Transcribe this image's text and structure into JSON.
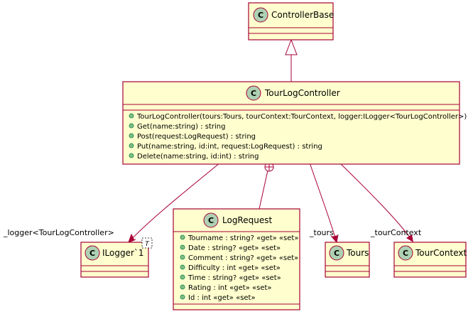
{
  "colors": {
    "class_fill": "#FEFECE",
    "class_border": "#A80036",
    "circle_fill": "#ADD1B2",
    "line": "#A80036"
  },
  "classes": {
    "controllerbase": {
      "name": "ControllerBase",
      "stereo": "C"
    },
    "tourlogcontroller": {
      "name": "TourLogController",
      "stereo": "C",
      "methods": [
        "TourLogController(tours:Tours, tourContext:TourContext, logger:ILogger<TourLogController>)",
        "Get(name:string) : string",
        "Post(request:LogRequest) : string",
        "Put(name:string, id:int, request:LogRequest) : string",
        "Delete(name:string, id:int) : string"
      ]
    },
    "logrequest": {
      "name": "LogRequest",
      "stereo": "C",
      "fields": [
        "Tourname : string? «get» «set»",
        "Date : string? «get» «set»",
        "Comment : string? «get» «set»",
        "Difficulty : int «get» «set»",
        "Time : string? «get» «set»",
        "Rating : int «get» «set»",
        "Id : int «get» «set»"
      ]
    },
    "ilogger": {
      "name": "ILogger`1",
      "stereo": "C",
      "template": "T"
    },
    "tours": {
      "name": "Tours",
      "stereo": "C"
    },
    "tourcontext": {
      "name": "TourContext",
      "stereo": "C"
    }
  },
  "roles": {
    "logger": "_logger<TourLogController>",
    "tours": "_tours",
    "tourcontext": "_tourContext"
  }
}
